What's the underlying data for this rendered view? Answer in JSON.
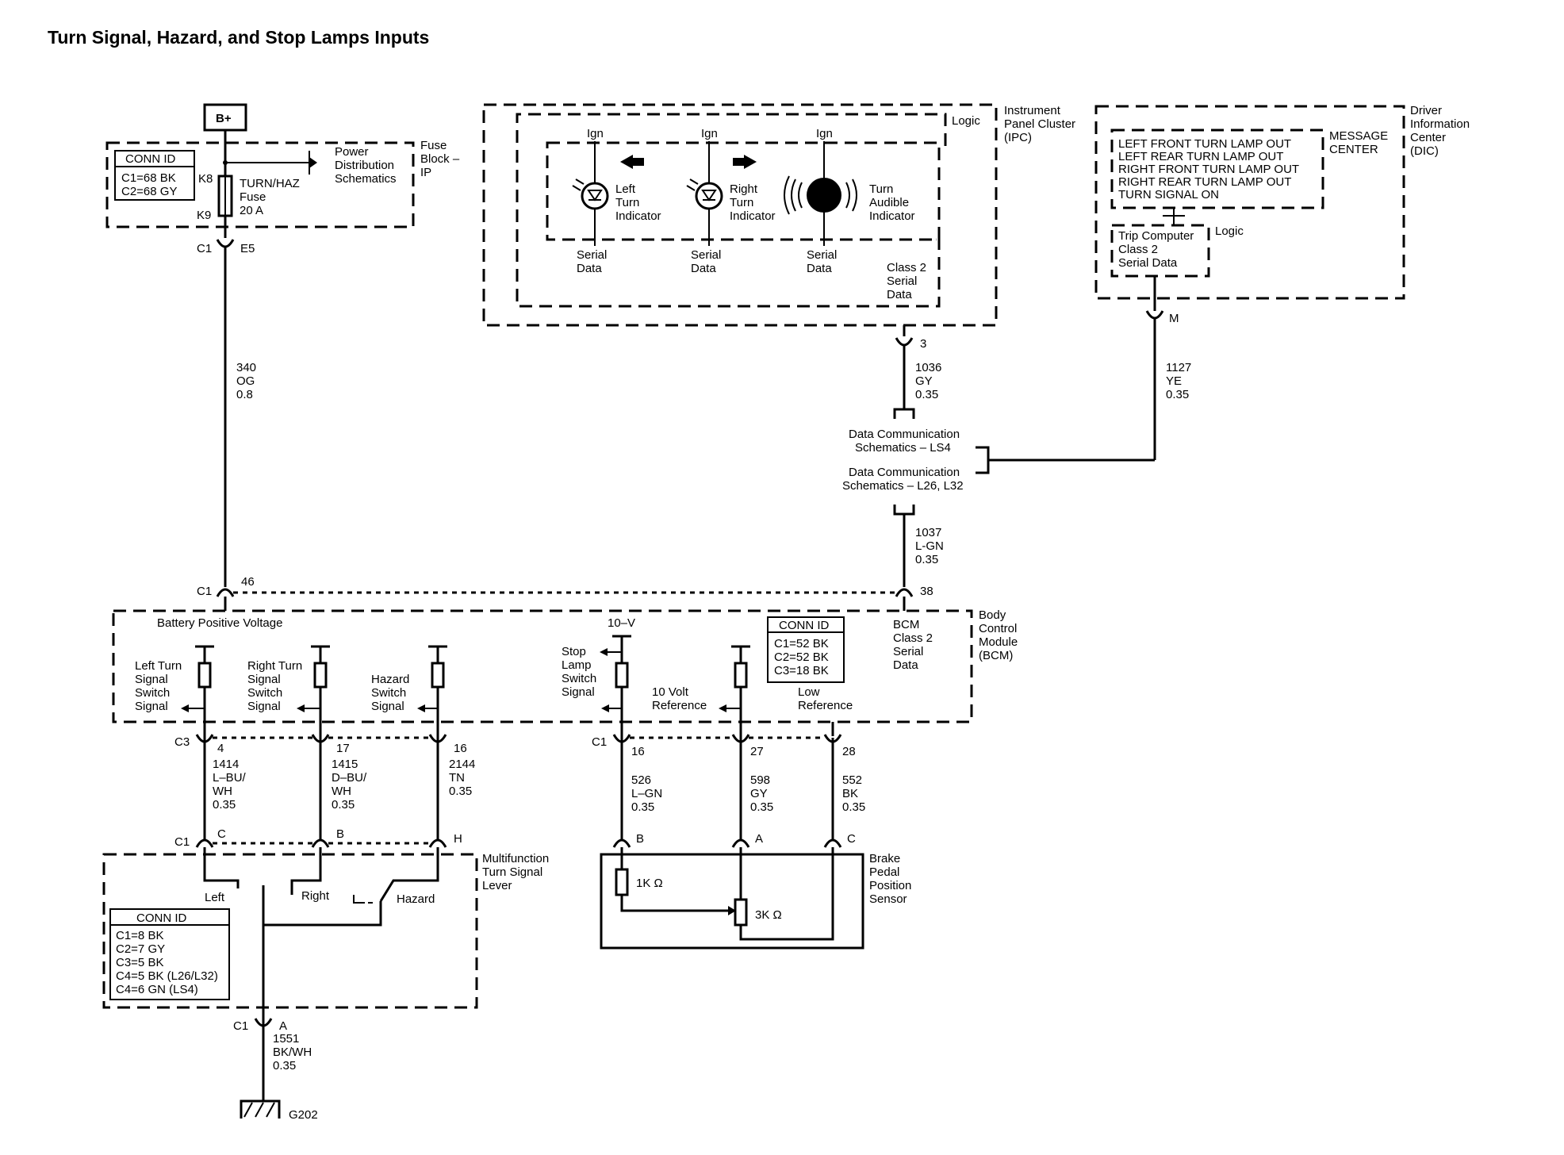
{
  "title": "Turn Signal, Hazard, and Stop Lamps Inputs",
  "power": {
    "b_plus": "B+"
  },
  "fuse_block": {
    "conn_id_title": "CONN ID",
    "conn_ids": [
      "C1=68 BK",
      "C2=68 GY"
    ],
    "pin_k8": "K8",
    "pin_k9": "K9",
    "fuse_label": [
      "TURN/HAZ",
      "Fuse",
      "20 A"
    ],
    "power_dist": [
      "Power",
      "Distribution",
      "Schematics"
    ],
    "name": [
      "Fuse",
      "Block –",
      "IP"
    ],
    "conn_c1": "C1",
    "pin_e5": "E5"
  },
  "wire_340": [
    "340",
    "OG",
    "0.8"
  ],
  "ipc": {
    "name": [
      "Instrument",
      "Panel Cluster",
      "(IPC)"
    ],
    "logic": "Logic",
    "ign": "Ign",
    "left_indicator": [
      "Left",
      "Turn",
      "Indicator"
    ],
    "right_indicator": [
      "Right",
      "Turn",
      "Indicator"
    ],
    "audible_indicator": [
      "Turn",
      "Audible",
      "Indicator"
    ],
    "serial_data": [
      "Serial",
      "Data"
    ],
    "class2": [
      "Class 2",
      "Serial",
      "Data"
    ],
    "pin": "3"
  },
  "wire_1036": [
    "1036",
    "GY",
    "0.35"
  ],
  "dic": {
    "name": [
      "Driver",
      "Information",
      "Center",
      "(DIC)"
    ],
    "messages": [
      "LEFT FRONT TURN LAMP OUT",
      "LEFT REAR TURN LAMP OUT",
      "RIGHT FRONT TURN LAMP OUT",
      "RIGHT REAR TURN LAMP OUT",
      "TURN SIGNAL ON"
    ],
    "message_center": [
      "MESSAGE",
      "CENTER"
    ],
    "trip_computer": [
      "Trip Computer",
      "Class 2",
      "Serial Data"
    ],
    "logic": "Logic",
    "pin": "M"
  },
  "wire_1127": [
    "1127",
    "YE",
    "0.35"
  ],
  "data_comm": {
    "ls4": [
      "Data Communication",
      "Schematics – LS4"
    ],
    "l26": [
      "Data Communication",
      "Schematics – L26, L32"
    ]
  },
  "wire_1037": [
    "1037",
    "L-GN",
    "0.35"
  ],
  "bcm": {
    "name": [
      "Body",
      "Control",
      "Module",
      "(BCM)"
    ],
    "c1": "C1",
    "pin_46": "46",
    "pin_38": "38",
    "battery_label": "Battery Positive Voltage",
    "bcm_class2": [
      "BCM",
      "Class 2",
      "Serial",
      "Data"
    ],
    "conn_id_title": "CONN ID",
    "conn_ids": [
      "C1=52 BK",
      "C2=52 BK",
      "C3=18 BK"
    ],
    "left_turn": [
      "Left Turn",
      "Signal",
      "Switch",
      "Signal"
    ],
    "right_turn": [
      "Right Turn",
      "Signal",
      "Switch",
      "Signal"
    ],
    "hazard": [
      "Hazard",
      "Switch",
      "Signal"
    ],
    "stop_lamp": [
      "Stop",
      "Lamp",
      "Switch",
      "Signal"
    ],
    "ten_v": "10–V",
    "ten_volt_ref": [
      "10 Volt",
      "Reference"
    ],
    "low_ref": [
      "Low",
      "Reference"
    ],
    "c3": "C3",
    "c1b": "C1",
    "pins": [
      "4",
      "17",
      "16",
      "16",
      "27",
      "28"
    ]
  },
  "wires_lower": [
    [
      "1414",
      "L–BU/",
      "WH",
      "0.35"
    ],
    [
      "1415",
      "D–BU/",
      "WH",
      "0.35"
    ],
    [
      "2144",
      "TN",
      "0.35"
    ],
    [
      "526",
      "L–GN",
      "0.35"
    ],
    [
      "598",
      "GY",
      "0.35"
    ],
    [
      "552",
      "BK",
      "0.35"
    ]
  ],
  "multifunction": {
    "name": [
      "Multifunction",
      "Turn Signal",
      "Lever"
    ],
    "c1": "C1",
    "pins": [
      "C",
      "B",
      "H"
    ],
    "left": "Left",
    "right": "Right",
    "hazard": "Hazard",
    "conn_id_title": "CONN ID",
    "conn_ids": [
      "C1=8 BK",
      "C2=7 GY",
      "C3=5 BK",
      "C4=5 BK (L26/L32)",
      "C4=6 GN (LS4)"
    ],
    "bottom_c1": "C1",
    "bottom_pin": "A"
  },
  "wire_1551": [
    "1551",
    "BK/WH",
    "0.35"
  ],
  "ground": "G202",
  "brake_sensor": {
    "name": [
      "Brake",
      "Pedal",
      "Position",
      "Sensor"
    ],
    "pins": [
      "B",
      "A",
      "C"
    ],
    "r1": "1K Ω",
    "r2": "3K Ω"
  }
}
